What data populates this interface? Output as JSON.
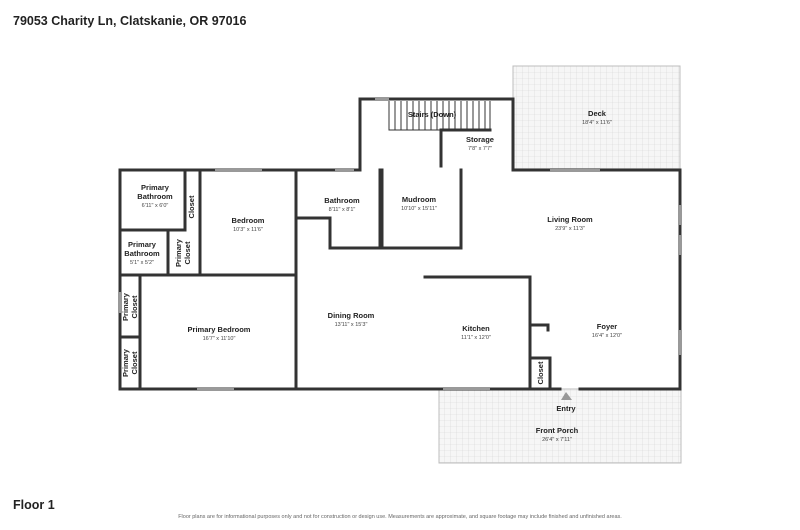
{
  "address": "79053 Charity Ln, Clatskanie, OR 97016",
  "floor_label": "Floor 1",
  "disclaimer": "Floor plans are for informational purposes only and not for construction or design use. Measurements are approximate, and square footage may include finished and unfinished areas.",
  "rooms": {
    "deck": {
      "name": "Deck",
      "dims": "18'4\" x 11'6\""
    },
    "stairs": {
      "name": "Stairs (Down)"
    },
    "storage": {
      "name": "Storage",
      "dims": "7'8\" x 7'7\""
    },
    "mudroom": {
      "name": "Mudroom",
      "dims": "10'10\" x 15'11\""
    },
    "bathroom": {
      "name": "Bathroom",
      "dims": "8'11\" x 8'1\""
    },
    "living_room": {
      "name": "Living Room",
      "dims": "23'9\" x 11'3\""
    },
    "primary_bathroom_1": {
      "name_line1": "Primary",
      "name_line2": "Bathroom",
      "dims": "6'11\" x 6'0\""
    },
    "closet_vertical": {
      "name": "Closet"
    },
    "bedroom": {
      "name": "Bedroom",
      "dims": "10'3\" x 11'6\""
    },
    "primary_bathroom_2": {
      "name_line1": "Primary",
      "name_line2": "Bathroom",
      "dims": "5'1\" x 5'2\""
    },
    "primary_closet_1": {
      "name_line1": "Primary",
      "name_line2": "Closet"
    },
    "primary_closet_2": {
      "name_line1": "Primary",
      "name_line2": "Closet"
    },
    "primary_closet_3": {
      "name_line1": "Primary",
      "name_line2": "Closet"
    },
    "primary_bedroom": {
      "name": "Primary Bedroom",
      "dims": "16'7\" x 11'10\""
    },
    "dining_room": {
      "name": "Dining Room",
      "dims": "13'11\" x 15'3\""
    },
    "kitchen": {
      "name": "Kitchen",
      "dims": "11'1\" x 12'0\""
    },
    "foyer": {
      "name": "Foyer",
      "dims": "16'4\" x 12'0\""
    },
    "closet_foyer": {
      "name": "Closet"
    },
    "entry": {
      "name": "Entry"
    },
    "front_porch": {
      "name": "Front Porch",
      "dims": "26'4\" x 7'11\""
    }
  }
}
